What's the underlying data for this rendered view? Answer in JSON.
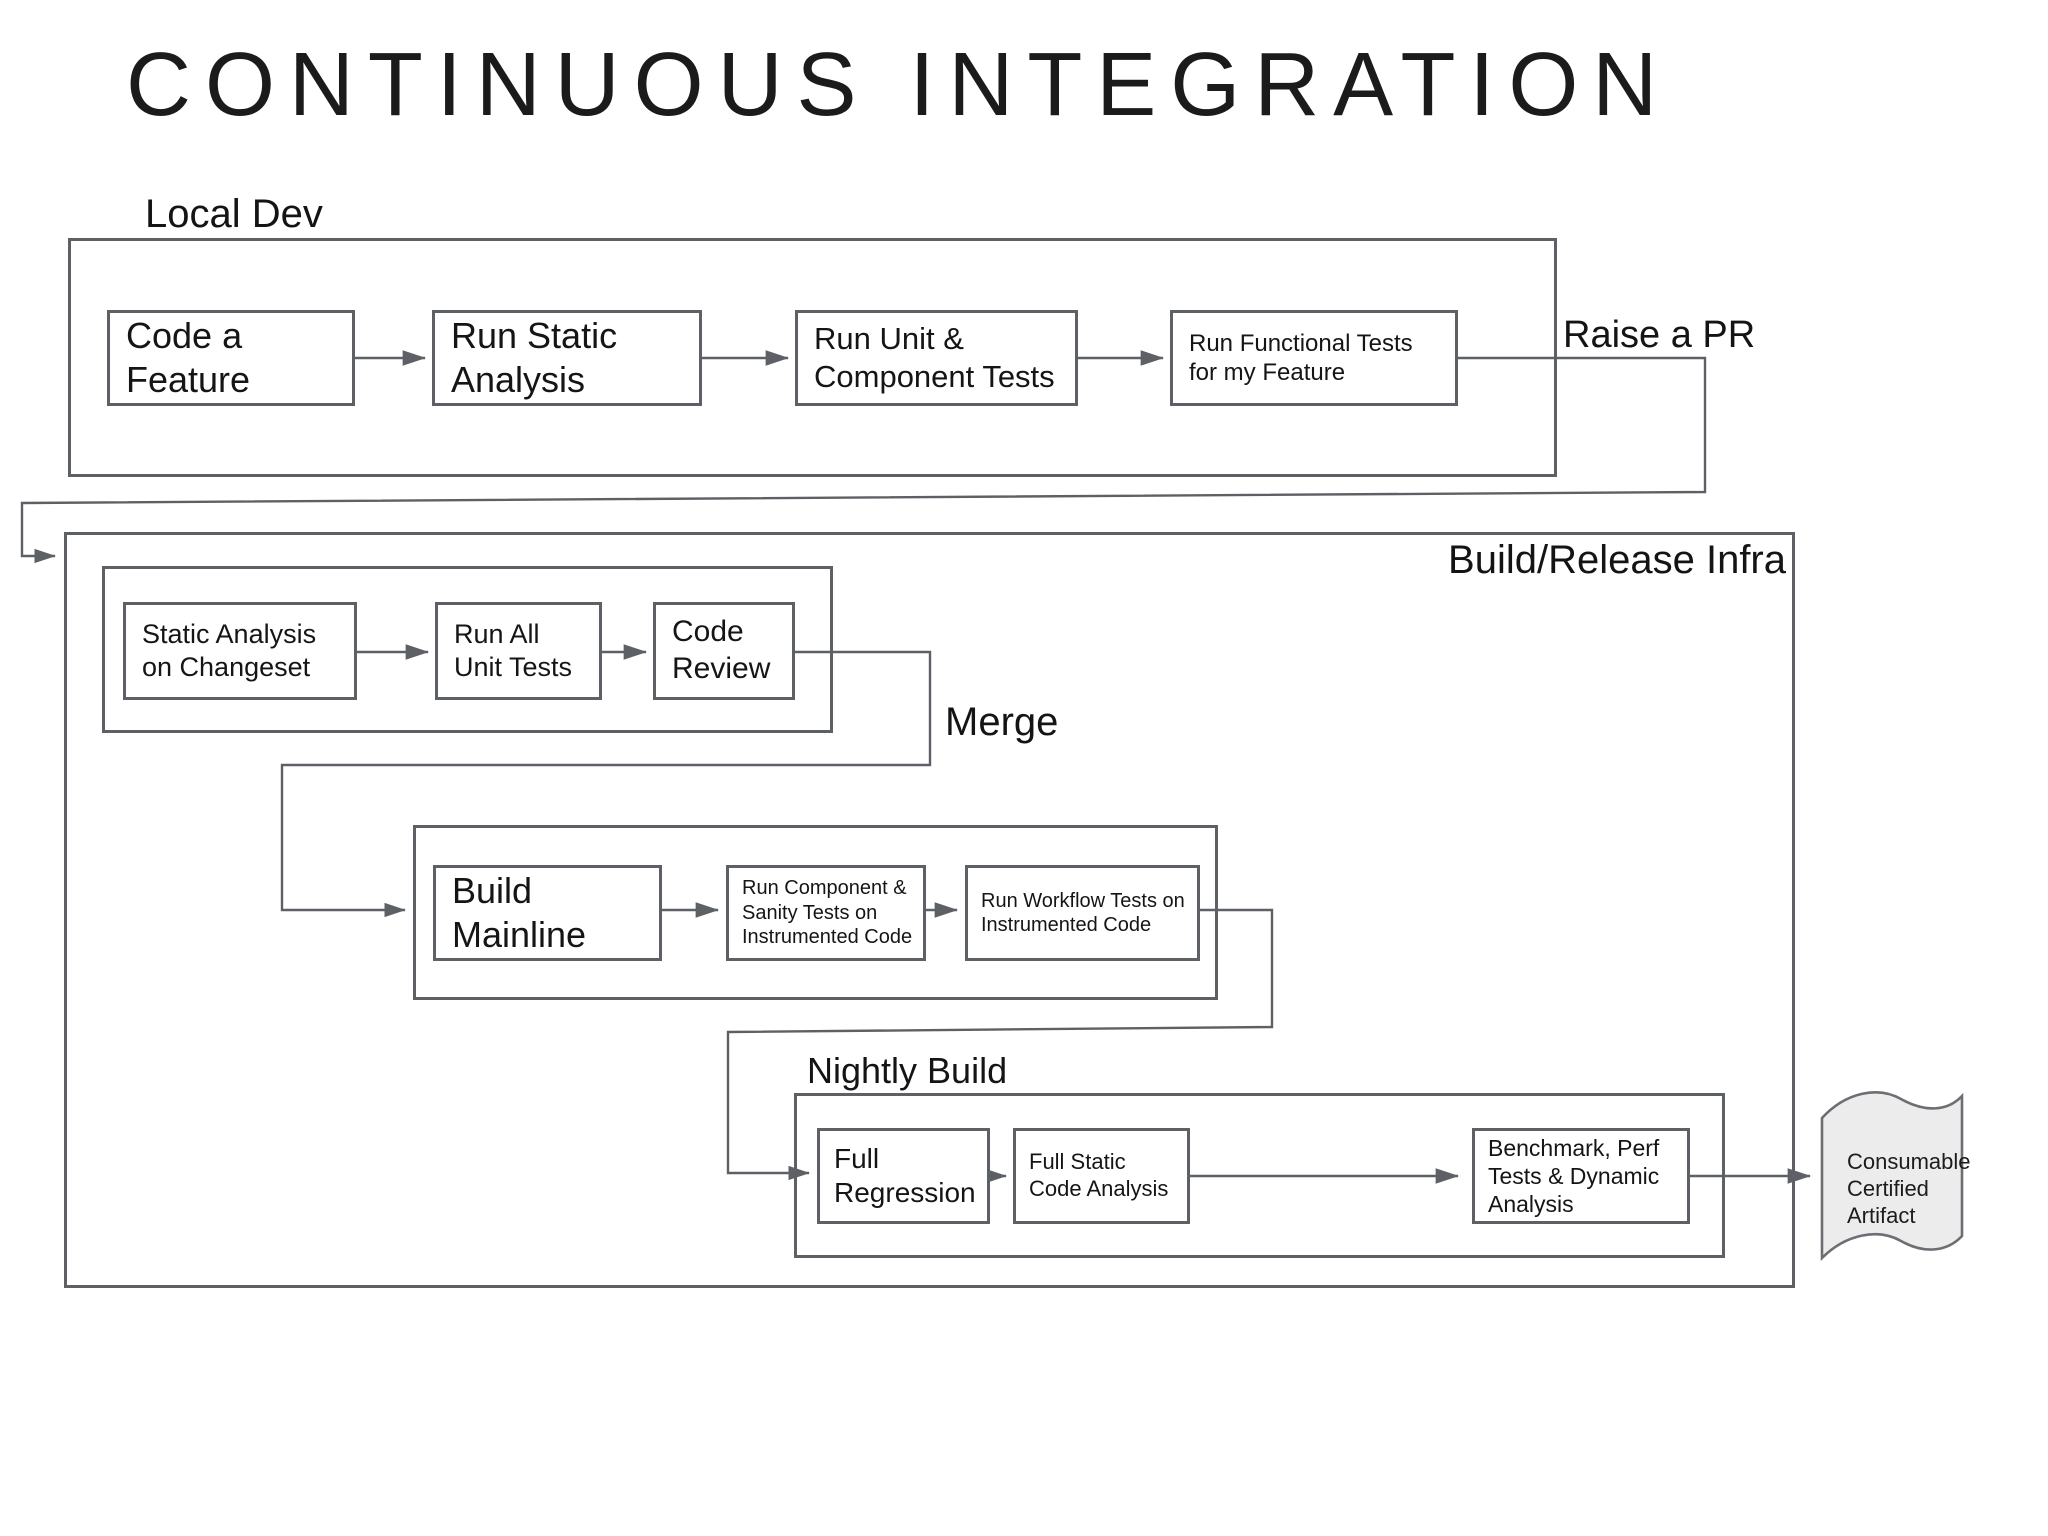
{
  "title": "CONTINUOUS INTEGRATION",
  "labels": {
    "local_dev": "Local Dev",
    "build_release": "Build/Release Infra",
    "nightly": "Nightly Build",
    "merge": "Merge",
    "raise_pr": "Raise a PR"
  },
  "boxes": {
    "code_feature": {
      "lines": [
        "Code a",
        "Feature"
      ]
    },
    "run_static": {
      "lines": [
        "Run Static",
        "Analysis"
      ]
    },
    "unit_component": {
      "lines": [
        "Run Unit &",
        "Component Tests"
      ]
    },
    "functional": {
      "lines": [
        "Run Functional Tests",
        "for my Feature"
      ]
    },
    "changeset": {
      "lines": [
        "Static Analysis",
        "on Changeset"
      ]
    },
    "all_unit": {
      "lines": [
        "Run All",
        "Unit Tests"
      ]
    },
    "code_review": {
      "lines": [
        "Code",
        "Review"
      ]
    },
    "build_mainline": {
      "lines": [
        "Build",
        "Mainline"
      ]
    },
    "component_sanity": {
      "lines": [
        "Run Component &",
        "Sanity Tests on",
        "Instrumented Code"
      ]
    },
    "workflow": {
      "lines": [
        "Run Workflow Tests on",
        "Instrumented Code"
      ]
    },
    "full_regression": {
      "lines": [
        "Full",
        "Regression"
      ]
    },
    "full_static": {
      "lines": [
        "Full Static",
        "Code Analysis"
      ]
    },
    "benchmark": {
      "lines": [
        "Benchmark, Perf",
        "Tests & Dynamic",
        "Analysis"
      ]
    }
  },
  "artifact": {
    "lines": [
      "Consumable",
      "Certified",
      "Artifact"
    ]
  },
  "colors": {
    "stroke": "#5d6165",
    "arrow": "#5d6165",
    "text": "#151515",
    "artifact_fill": "#ececec",
    "background": "#ffffff"
  }
}
